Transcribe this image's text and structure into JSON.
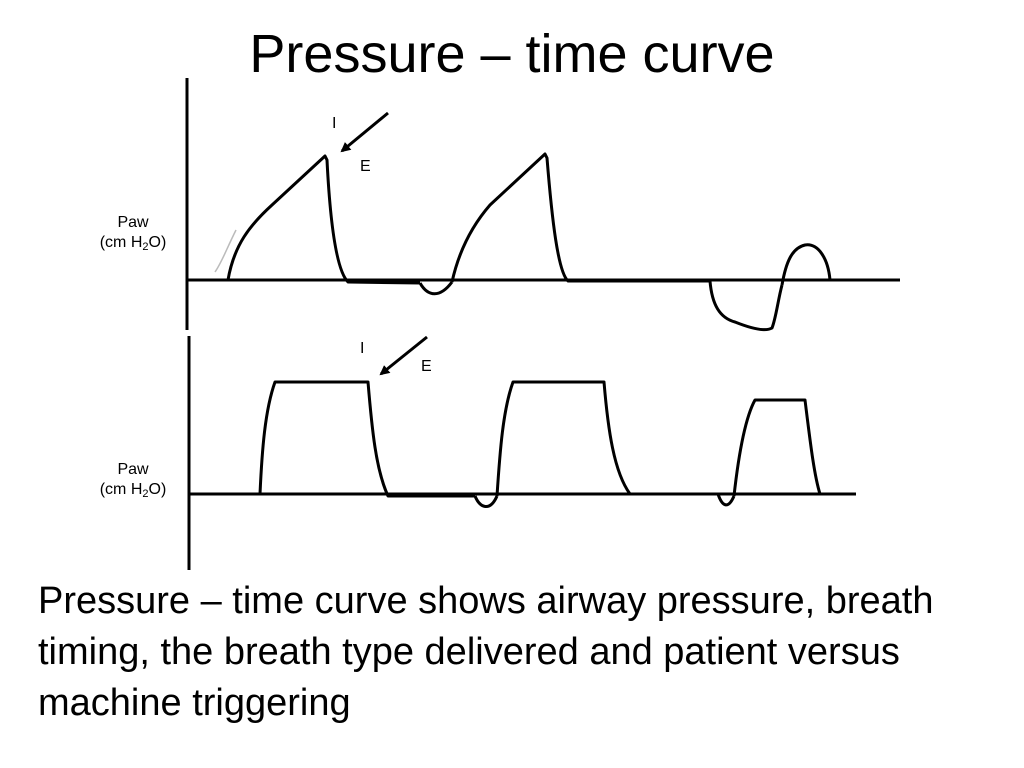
{
  "slide": {
    "title": "Pressure – time curve",
    "caption": "Pressure – time curve shows airway pressure, breath timing, the breath type delivered and patient versus machine triggering"
  },
  "diagram": {
    "top_panel": {
      "ylabel_line1": "Paw",
      "ylabel_line2_prefix": "(cm H",
      "ylabel_line2_sub": "2",
      "ylabel_line2_suffix": "O)",
      "marker_inspiration": "I",
      "marker_expiration": "E"
    },
    "bottom_panel": {
      "ylabel_line1": "Paw",
      "ylabel_line2_prefix": "(cm H",
      "ylabel_line2_sub": "2",
      "ylabel_line2_suffix": "O)",
      "marker_inspiration": "I",
      "marker_expiration": "E"
    }
  }
}
